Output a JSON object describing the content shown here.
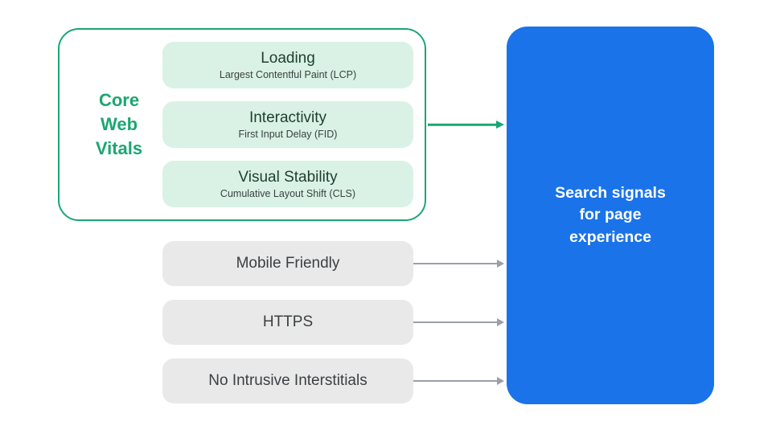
{
  "colors": {
    "accent-green": "#1BA672",
    "light-green": "#D9F2E5",
    "dark-green-text": "#1F3D33",
    "gray-box": "#E9E9E9",
    "gray-text": "#3C4043",
    "arrow-gray": "#9AA0A6",
    "blue": "#1A73E8"
  },
  "core_web_vitals": {
    "label": "Core\nWeb\nVitals",
    "metrics": [
      {
        "title": "Loading",
        "subtitle": "Largest Contentful Paint (LCP)"
      },
      {
        "title": "Interactivity",
        "subtitle": "First Input Delay (FID)"
      },
      {
        "title": "Visual Stability",
        "subtitle": "Cumulative Layout Shift (CLS)"
      }
    ]
  },
  "other_signals": [
    "Mobile Friendly",
    "HTTPS",
    "No Intrusive Interstitials"
  ],
  "result_box": {
    "label": "Search signals\nfor page\nexperience"
  }
}
